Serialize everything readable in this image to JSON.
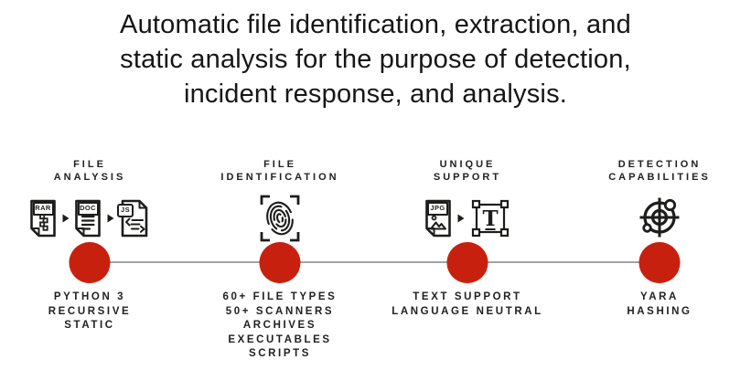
{
  "title": {
    "lines": [
      "Automatic file identification, extraction, and",
      "static analysis for the purpose of detection,",
      "incident response, and analysis."
    ]
  },
  "colors": {
    "accent_red": "#c8200f",
    "ink": "#1d1d1b",
    "connector_gray": "#a3a3a3"
  },
  "timeline": {
    "node_count": 4
  },
  "columns": [
    {
      "header_lines": [
        "FILE",
        "ANALYSIS"
      ],
      "icons": [
        {
          "name": "rar-file-icon",
          "badge": "RAR"
        },
        {
          "name": "arrow-right-icon"
        },
        {
          "name": "doc-file-icon",
          "badge": "DOC"
        },
        {
          "name": "arrow-right-icon"
        },
        {
          "name": "js-file-icon",
          "badge": "JS"
        }
      ],
      "details": [
        "PYTHON 3",
        "RECURSIVE",
        "STATIC"
      ]
    },
    {
      "header_lines": [
        "FILE",
        "IDENTIFICATION"
      ],
      "icons": [
        {
          "name": "fingerprint-scan-icon"
        }
      ],
      "details": [
        "60+ FILE TYPES",
        "50+ SCANNERS",
        "ARCHIVES",
        "EXECUTABLES",
        "SCRIPTS"
      ]
    },
    {
      "header_lines": [
        "UNIQUE",
        "SUPPORT"
      ],
      "icons": [
        {
          "name": "jpg-file-icon",
          "badge": "JPG"
        },
        {
          "name": "arrow-right-icon"
        },
        {
          "name": "text-transform-icon",
          "letter": "T"
        }
      ],
      "details": [
        "TEXT SUPPORT",
        "LANGUAGE NEUTRAL"
      ]
    },
    {
      "header_lines": [
        "DETECTION",
        "CAPABILITIES"
      ],
      "icons": [
        {
          "name": "radar-target-icon"
        }
      ],
      "details": [
        "YARA",
        "HASHING"
      ]
    }
  ]
}
